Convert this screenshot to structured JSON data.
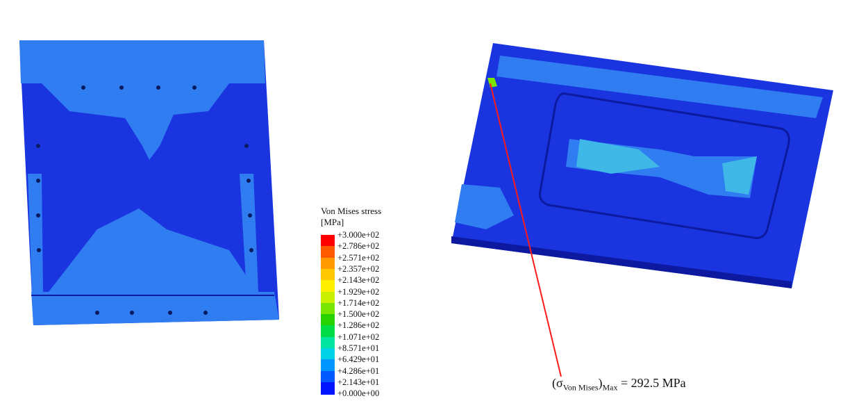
{
  "legend": {
    "title_line1": "Von Mises stress",
    "title_line2": "[MPa]",
    "ticks": [
      "+3.000e+02",
      "+2.786e+02",
      "+2.571e+02",
      "+2.357e+02",
      "+2.143e+02",
      "+1.929e+02",
      "+1.714e+02",
      "+1.500e+02",
      "+1.286e+02",
      "+1.071e+02",
      "+8.571e+01",
      "+6.429e+01",
      "+4.286e+01",
      "+2.143e+01",
      "+0.000e+00"
    ],
    "colors": [
      "#ff0000",
      "#ff5a00",
      "#ff9a00",
      "#ffc800",
      "#fff000",
      "#c8f000",
      "#78e600",
      "#28d200",
      "#00dc46",
      "#00e6a0",
      "#00d2e6",
      "#0096ff",
      "#005aff",
      "#0014ff"
    ]
  },
  "annotation": {
    "sigma": "(σ",
    "subscript": "Von Mises",
    "close": ")",
    "sub_max": "Max",
    "value": " = 292.5 MPa"
  },
  "model_colors": {
    "base_blue": "#1a35e0",
    "light_blue": "#2f7df0",
    "cyan": "#3fb8e8",
    "edge": "#0d1aa0",
    "red_line": "#ff1a1a"
  }
}
